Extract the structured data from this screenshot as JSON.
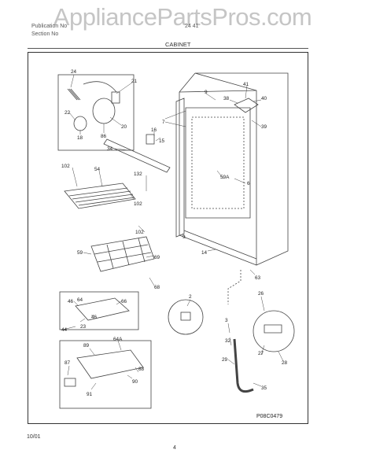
{
  "watermark": "AppliancePartsPros.com",
  "header": {
    "left_line1": "Publication No",
    "left_line2": "Section No",
    "right_fragment": "24 41",
    "section_title": "CABINET"
  },
  "diagram_code": "P08C0479",
  "footer": {
    "date": "10/01",
    "page": "4"
  },
  "callouts": [
    "24",
    "21",
    "22",
    "20",
    "18",
    "86",
    "16",
    "15",
    "7",
    "9",
    "41",
    "38",
    "40",
    "39",
    "34",
    "102",
    "54",
    "132",
    "102",
    "59A",
    "6",
    "102",
    "9",
    "14",
    "59",
    "69",
    "68",
    "63",
    "64",
    "66",
    "46",
    "44",
    "23",
    "46",
    "2",
    "26",
    "3",
    "32",
    "89",
    "64A",
    "87",
    "88",
    "90",
    "91",
    "29",
    "27",
    "28",
    "35"
  ]
}
